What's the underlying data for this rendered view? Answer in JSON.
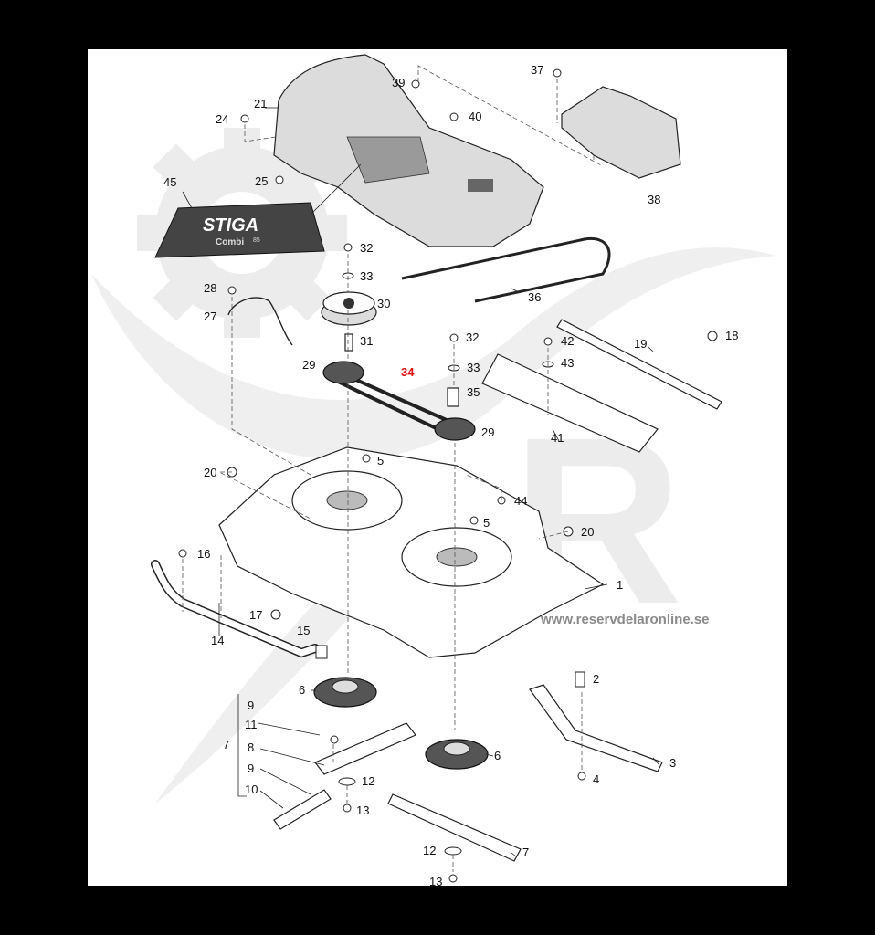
{
  "watermark": {
    "site": "www.reservdelaronline.se",
    "letter": "R"
  },
  "decal": {
    "brand": "STIGA",
    "model": "Combi",
    "size": "85"
  },
  "callouts": {
    "c1": "1",
    "c2": "2",
    "c3": "3",
    "c4": "4",
    "c5a": "5",
    "c5b": "5",
    "c6a": "6",
    "c6b": "6",
    "c7a": "7",
    "c7b": "7",
    "c8": "8",
    "c9a": "9",
    "c9b": "9",
    "c10": "10",
    "c11": "11",
    "c12a": "12",
    "c12b": "12",
    "c13a": "13",
    "c13b": "13",
    "c14": "14",
    "c15": "15",
    "c16": "16",
    "c17": "17",
    "c18": "18",
    "c19": "19",
    "c20a": "20",
    "c20b": "20",
    "c21": "21",
    "c24": "24",
    "c25": "25",
    "c27": "27",
    "c28": "28",
    "c29a": "29",
    "c29b": "29",
    "c30": "30",
    "c31": "31",
    "c32a": "32",
    "c32b": "32",
    "c33a": "33",
    "c33b": "33",
    "c34": "34",
    "c35": "35",
    "c36": "36",
    "c37": "37",
    "c38": "38",
    "c39": "39",
    "c40": "40",
    "c41": "41",
    "c42": "42",
    "c43": "43",
    "c44": "44",
    "c45": "45"
  },
  "colors": {
    "highlight_callout": "#dd1111",
    "watermark": "#e6e6e6"
  }
}
